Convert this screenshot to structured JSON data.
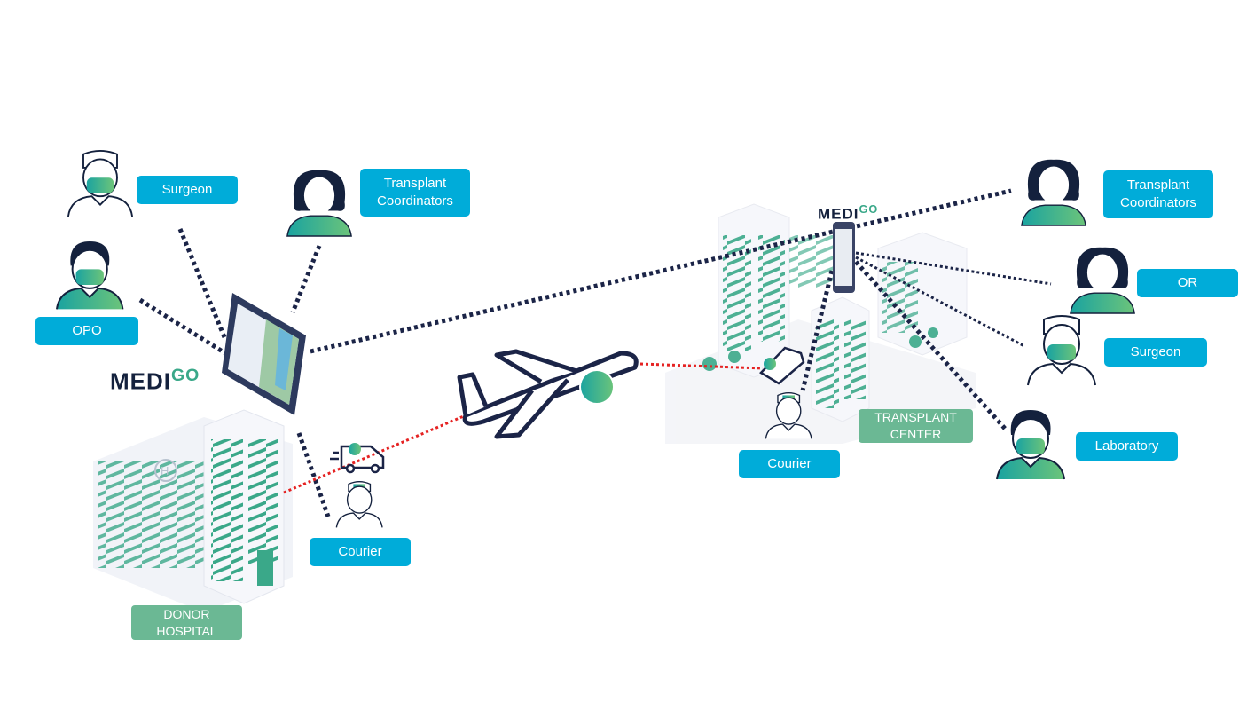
{
  "logo": {
    "part1": "MEDI",
    "part2": "GO"
  },
  "donor_side": {
    "surgeon": "Surgeon",
    "transplant_coordinators": "Transplant\nCoordinators",
    "opo": "OPO",
    "courier": "Courier",
    "site": "DONOR\nHOSPITAL"
  },
  "recipient_side": {
    "transplant_coordinators": "Transplant\nCoordinators",
    "or": "OR",
    "surgeon": "Surgeon",
    "laboratory": "Laboratory",
    "courier": "Courier",
    "site": "TRANSPLANT\nCENTER"
  },
  "colors": {
    "label_bg": "#00acd9",
    "site_label_bg": "#6bb894",
    "link": "#1b2447",
    "transport_route": "#e52222",
    "accent_green": "#3aa889"
  },
  "icons": [
    "surgeon-icon",
    "coordinator-icon",
    "opo-icon",
    "courier-icon",
    "or-nurse-icon",
    "lab-tech-icon",
    "tablet-icon",
    "phone-icon",
    "airplane-icon",
    "van-icon",
    "car-icon",
    "hospital-building-icon"
  ]
}
